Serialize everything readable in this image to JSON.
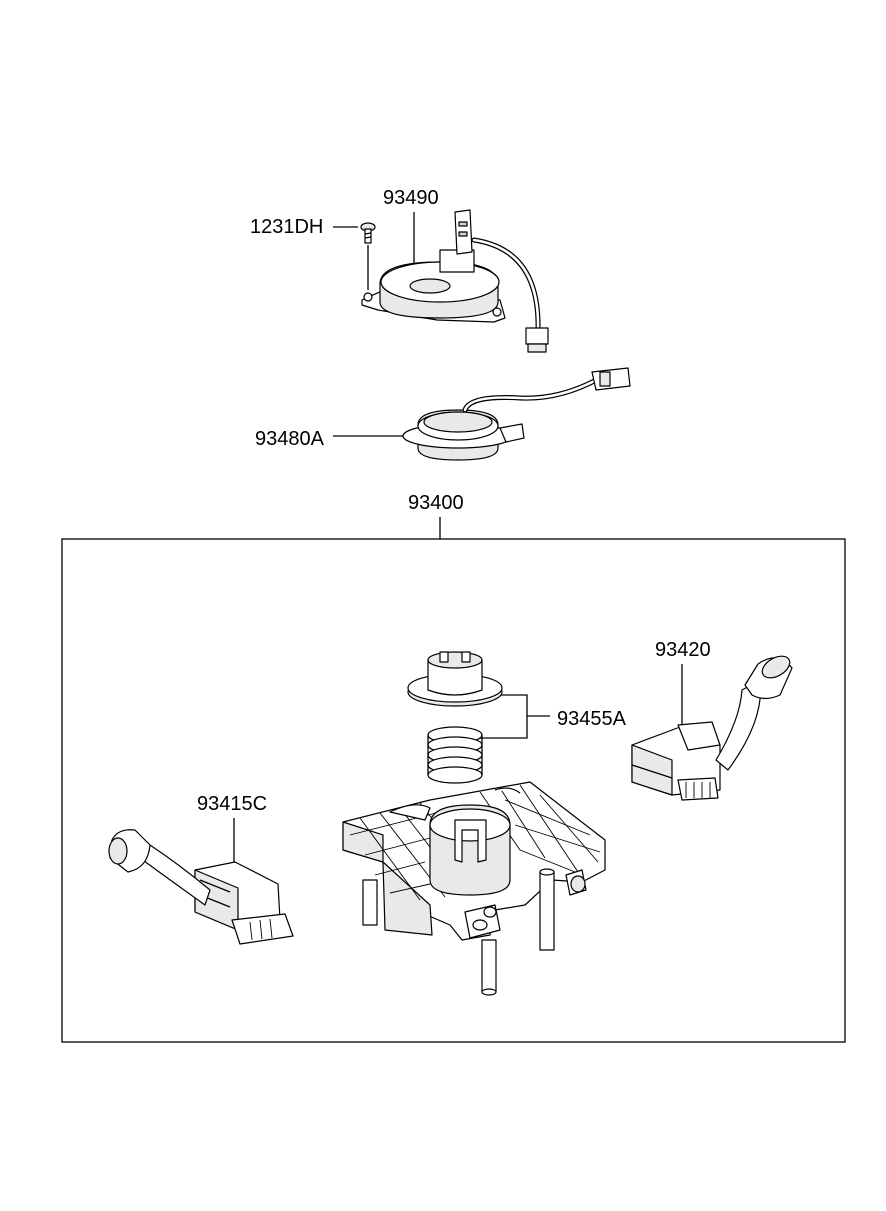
{
  "diagram": {
    "labels": {
      "p1231DH": "1231DH",
      "p93490": "93490",
      "p93480A": "93480A",
      "p93400": "93400",
      "p93420": "93420",
      "p93455A": "93455A",
      "p93415C": "93415C"
    }
  }
}
